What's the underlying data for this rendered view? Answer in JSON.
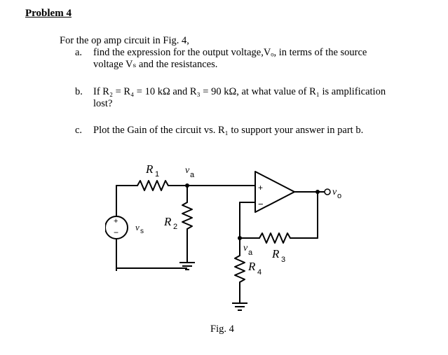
{
  "problem": {
    "heading": "Problem 4",
    "intro": "For the op amp circuit in Fig. 4,"
  },
  "items": {
    "a": {
      "marker": "a.",
      "line1": "find the expression for the output voltage,Vₒ, in terms of the source",
      "line2": "voltage Vₛ and the resistances."
    },
    "b": {
      "marker": "b.",
      "line1": "If R₂ = R₄ = 10 kΩ and R₃ = 90 kΩ, at what value of R₁ is amplification",
      "line2": "lost?"
    },
    "c": {
      "marker": "c.",
      "line1": "Plot the Gain of the circuit vs. R₁ to support your answer in part b."
    }
  },
  "circuit": {
    "r1_label": "R",
    "r1_sub": "1",
    "r2_label": "R",
    "r2_sub": "2",
    "r3_label": "R",
    "r3_sub": "3",
    "r4_label": "R",
    "r4_sub": "4",
    "va_label": "v",
    "va_sub": "a",
    "va2_label": "v",
    "va2_sub": "a",
    "vs_label": "v",
    "vs_sub": "s",
    "vo_label": "v",
    "vo_sub": "o",
    "source_plus": "+",
    "source_minus": "−",
    "opamp_plus": "+",
    "opamp_minus": "−",
    "caption": "Fig. 4"
  }
}
